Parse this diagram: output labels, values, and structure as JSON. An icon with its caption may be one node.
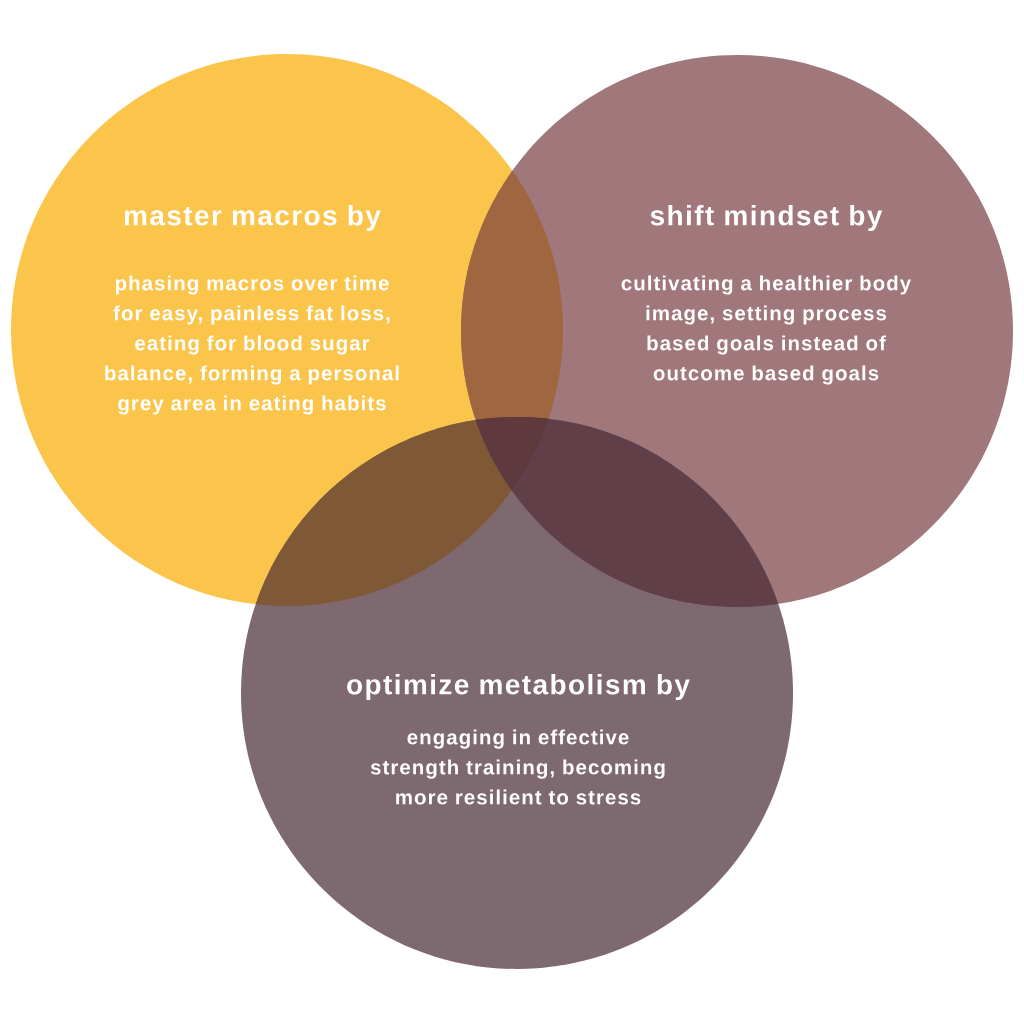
{
  "diagram": {
    "nodes": [
      {
        "text": [
          "master macros by",
          "phasing macros over time for easy, painless fat loss, eating for blood sugar balance, forming a personal grey area in eating habits"
        ]
      },
      {
        "text": [
          "shift mindset by",
          "cultivating a healthier body image, setting process based goals instead of outcome based goals"
        ]
      },
      {
        "text": [
          "optimize metabolism by",
          "engaging in effective strength training, becoming more resilient to stress"
        ]
      }
    ]
  }
}
